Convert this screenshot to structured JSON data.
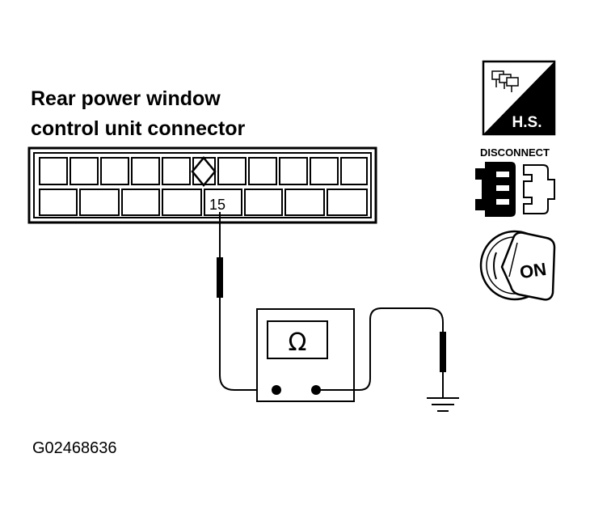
{
  "title": {
    "line1": "Rear power window",
    "line2": "control unit connector"
  },
  "connector": {
    "terminal_label": "15"
  },
  "meter": {
    "symbol": "Ω"
  },
  "icons": {
    "harness_side_label": "H.S.",
    "disconnect_label": "DISCONNECT",
    "ignition_label": "ON"
  },
  "figure_id": "G02468636",
  "colors": {
    "ink": "#000000",
    "paper": "#ffffff"
  }
}
